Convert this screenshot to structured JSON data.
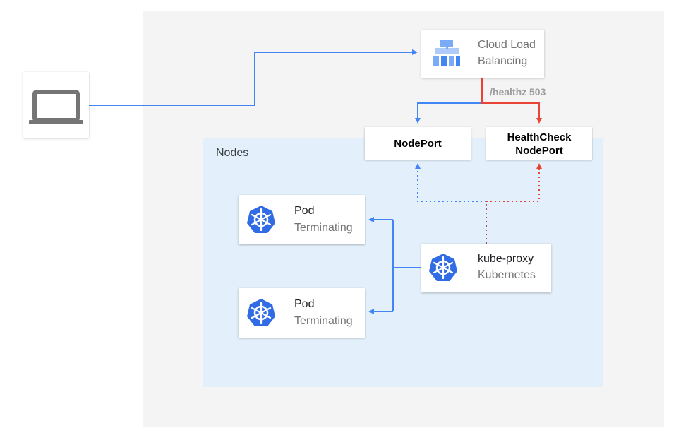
{
  "nodes": {
    "label": "Nodes"
  },
  "load_balancer": {
    "line1": "Cloud Load",
    "line2": "Balancing",
    "icon": "load-balancer-icon"
  },
  "health_status": {
    "label": "/healthz 503"
  },
  "nodeport": {
    "label": "NodePort"
  },
  "healthcheck": {
    "line1": "HealthCheck",
    "line2": "NodePort"
  },
  "pods": [
    {
      "title": "Pod",
      "status": "Terminating"
    },
    {
      "title": "Pod",
      "status": "Terminating"
    }
  ],
  "kube_proxy": {
    "title": "kube-proxy",
    "subtitle": "Kubernetes"
  },
  "client": {
    "icon": "laptop-icon"
  },
  "colors": {
    "blue": "#4285f4",
    "red": "#ea4335",
    "k8s_blue": "#326ce5",
    "lb_blue": "#7baaf7"
  }
}
